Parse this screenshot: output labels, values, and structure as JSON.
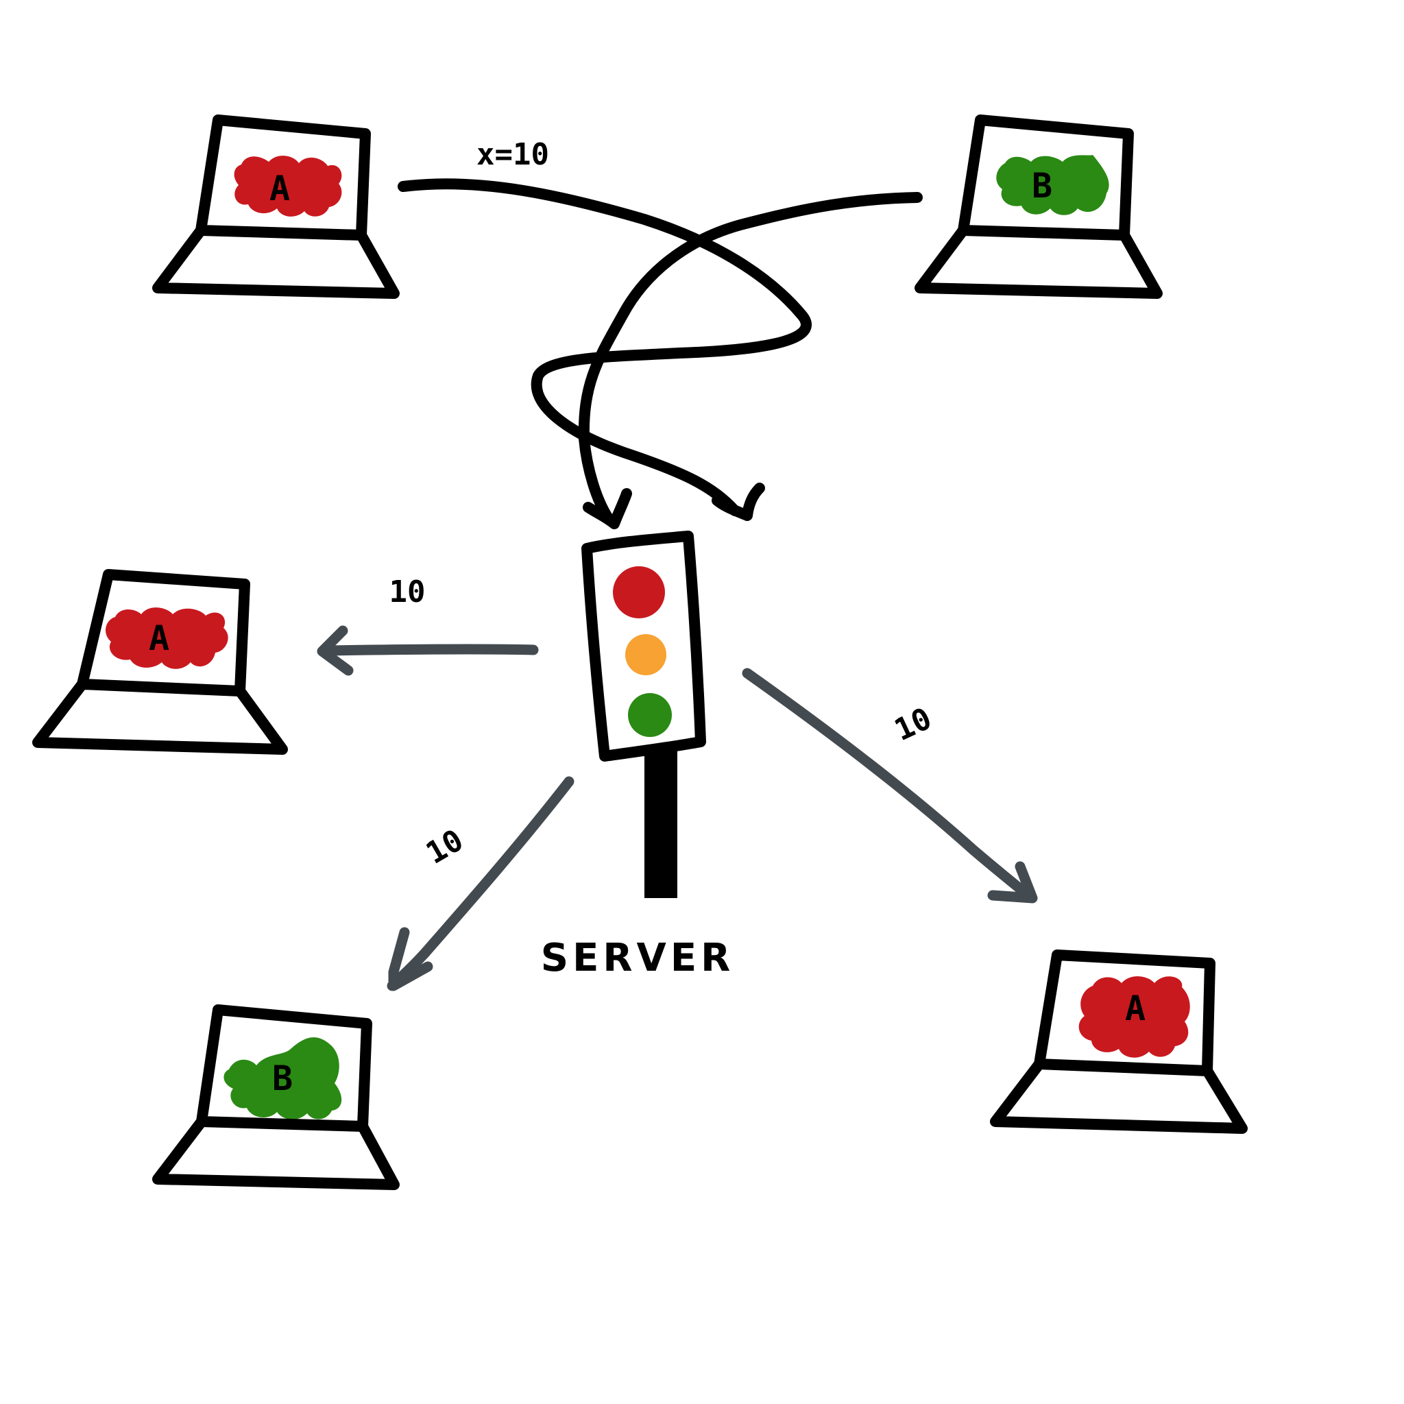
{
  "colors": {
    "client_a": "#c8191f",
    "client_b": "#2a8a14",
    "light_red": "#c8191f",
    "light_amber": "#f7a232",
    "light_green": "#2a8a14",
    "outgoing_arrow": "#444b50",
    "ink": "#000000"
  },
  "clients": [
    {
      "label": "A",
      "color": "client_a"
    },
    {
      "label": "B",
      "color": "client_b"
    },
    {
      "label": "A",
      "color": "client_a"
    },
    {
      "label": "B",
      "color": "client_b"
    },
    {
      "label": "A",
      "color": "client_a"
    }
  ],
  "incoming_label": "x=10",
  "outgoing_labels": [
    "10",
    "10",
    "10"
  ],
  "server_label": "SERVER",
  "icons": [
    "laptop-icon",
    "traffic-light-icon",
    "arrow-icon"
  ]
}
